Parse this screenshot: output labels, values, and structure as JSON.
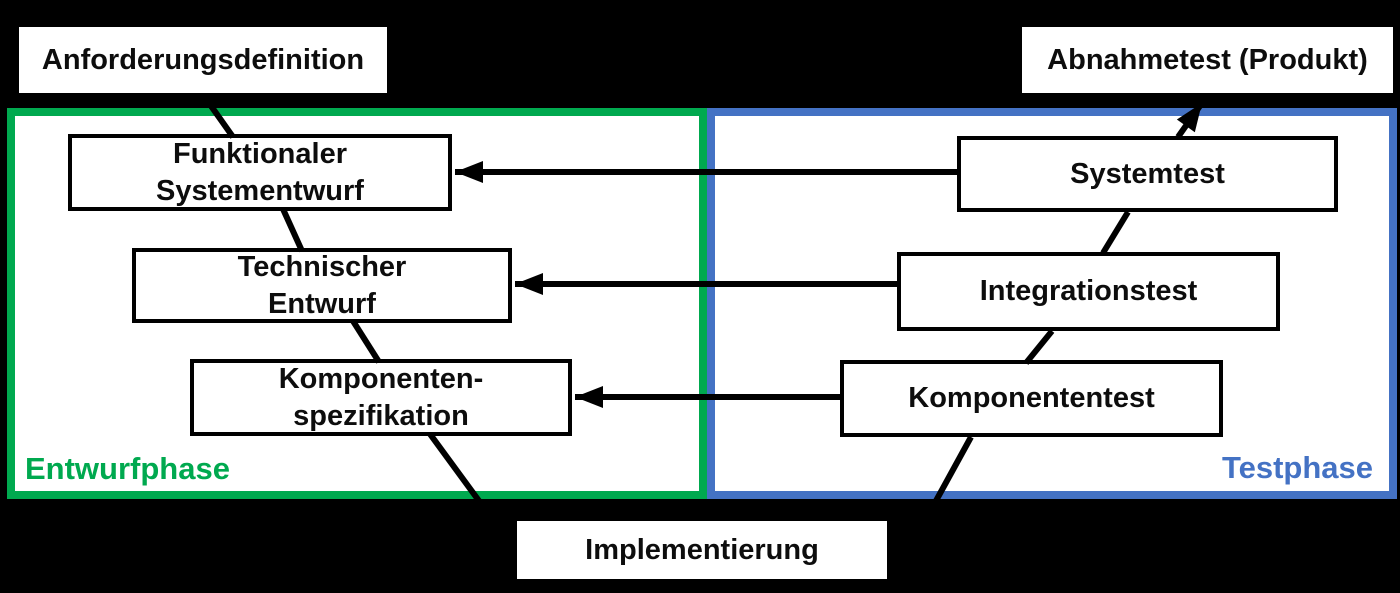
{
  "colors": {
    "background": "#000000",
    "box-fill": "#ffffff",
    "box-border": "#000000",
    "design": "#00a94f",
    "test": "#4472c4"
  },
  "phases": {
    "design": {
      "label": "Entwurfphase"
    },
    "test": {
      "label": "Testphase"
    }
  },
  "nodes": {
    "anforderungsdefinition": {
      "lines": [
        "Anforderungsdefinition"
      ]
    },
    "abnahmetest": {
      "lines": [
        "Abnahmetest (Produkt)"
      ]
    },
    "funktionaler_systementwurf": {
      "lines": [
        "Funktionaler",
        "Systementwurf"
      ]
    },
    "systemtest": {
      "lines": [
        "Systemtest"
      ]
    },
    "technischer_entwurf": {
      "lines": [
        "Technischer",
        "Entwurf"
      ]
    },
    "integrationstest": {
      "lines": [
        "Integrationstest"
      ]
    },
    "komponentenspezifikation": {
      "lines": [
        "Komponenten-",
        "spezifikation"
      ]
    },
    "komponententest": {
      "lines": [
        "Komponententest"
      ]
    },
    "implementierung": {
      "lines": [
        "Implementierung"
      ]
    }
  },
  "edges": [
    {
      "from": "anforderungsdefinition",
      "to": "funktionaler_systementwurf",
      "type": "line"
    },
    {
      "from": "funktionaler_systementwurf",
      "to": "technischer_entwurf",
      "type": "line"
    },
    {
      "from": "technischer_entwurf",
      "to": "komponentenspezifikation",
      "type": "line"
    },
    {
      "from": "komponentenspezifikation",
      "to": "implementierung",
      "type": "line"
    },
    {
      "from": "implementierung",
      "to": "komponententest",
      "type": "line"
    },
    {
      "from": "komponententest",
      "to": "integrationstest",
      "type": "line"
    },
    {
      "from": "integrationstest",
      "to": "systemtest",
      "type": "line"
    },
    {
      "from": "systemtest",
      "to": "abnahmetest",
      "type": "arrow"
    },
    {
      "from": "systemtest",
      "to": "funktionaler_systementwurf",
      "type": "arrow"
    },
    {
      "from": "integrationstest",
      "to": "technischer_entwurf",
      "type": "arrow"
    },
    {
      "from": "komponententest",
      "to": "komponentenspezifikation",
      "type": "arrow"
    }
  ]
}
